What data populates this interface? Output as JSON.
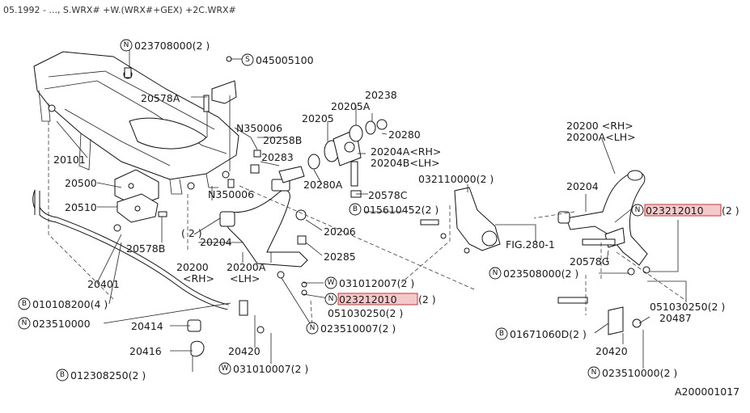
{
  "header": {
    "applicability": "05.1992 - ..., S.WRX# +W.(WRX#+GEX) +2C.WRX#"
  },
  "footer": {
    "diagram_id": "A200001017"
  },
  "labels": {
    "l0237": "023708000(2 )",
    "l0450": "045005100",
    "l20578A": "20578A",
    "lN350006a": "N350006",
    "l20258B": "20258B",
    "l20283": "20283",
    "l20101": "20101",
    "l20500": "20500",
    "l20510": "20510",
    "l20578B": "20578B",
    "lN350006b": "N350006",
    "l2": "( 2 )",
    "l20204mid": "20204",
    "l20200": "20200",
    "l20200A": "20200A",
    "lRH": "<RH>",
    "lLH": "<LH>",
    "l20401": "20401",
    "l0101": "010108200(4 )",
    "l0235a": "023510000",
    "l20414": "20414",
    "l20416": "20416",
    "l0123": "012308250(2 )",
    "l20420a": "20420",
    "l0310a": "031010007(2 )",
    "l20238": "20238",
    "l20205A": "20205A",
    "l20205": "20205",
    "l20280": "20280",
    "l20204A": "20204A<RH>",
    "l20204B": "20204B<LH>",
    "l20280A": "20280A",
    "l20578C": "20578C",
    "l0156": "015610452(2 )",
    "l20206": "20206",
    "l20285": "20285",
    "l0310b": "031012007(2 )",
    "l0232a": "023212010",
    "l0232a_suffix": "(2 )",
    "l0510a": "051030250(2 )",
    "l0235b": "023510007(2 )",
    "l0321": "032110000(2 )",
    "lfig": "FIG.280-1",
    "l20200r": "20200 <RH>",
    "l20200Ar": "20200A<LH>",
    "l20204r": "20204",
    "l0232b": "023212010",
    "l0232b_suffix": "(2 )",
    "l20578G": "20578G",
    "l02350": "023508000(2 )",
    "l0510b": "051030250(2 )",
    "l20487": "20487",
    "l0167": "01671060D(2 )",
    "l20420b": "20420",
    "l0235c": "023510000(2 )"
  },
  "badges": {
    "N": "N",
    "S": "S",
    "B": "B",
    "W": "W"
  },
  "colors": {
    "highlight_fill": "#f3c9c9",
    "highlight_stroke": "#d03030"
  }
}
